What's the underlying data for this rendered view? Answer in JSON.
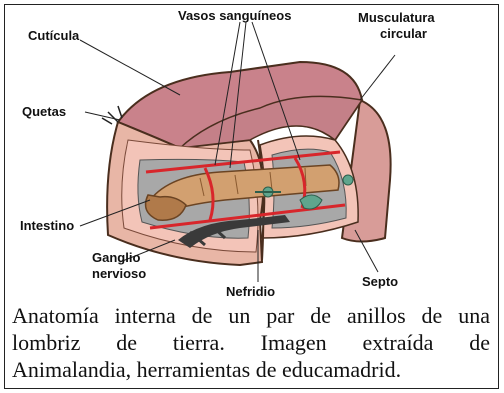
{
  "diagram": {
    "labels": {
      "cuticula": "Cutícula",
      "vasos": "Vasos sanguíneos",
      "musculatura_1": "Musculatura",
      "musculatura_2": "circular",
      "quetas": "Quetas",
      "intestino": "Intestino",
      "ganglio_1": "Ganglio",
      "ganglio_2": "nervioso",
      "nefridio": "Nefridio",
      "septo": "Septo"
    },
    "colors": {
      "cuticle": "#c9828b",
      "tissue": "#f3c4b8",
      "cavity": "#a8a8a8",
      "intestine": "#d2a070",
      "vessel": "#d8262b",
      "nerve": "#3a3a3a",
      "nephridium": "#5fa58d",
      "outline": "#4a2e1e"
    }
  },
  "caption": {
    "line1": "Anatomía interna de un par de anillos de una",
    "line2": "lombriz de tierra. Imagen extraída de",
    "line3": "Animalandia, herramientas de educamadrid."
  }
}
